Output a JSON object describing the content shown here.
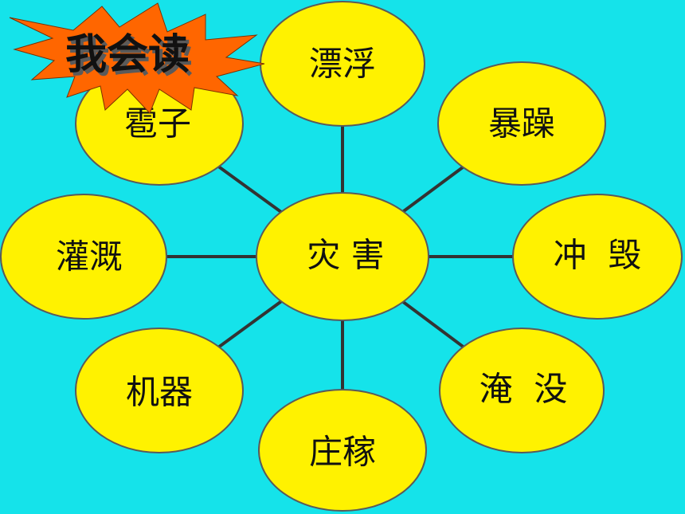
{
  "title": "我会读",
  "center": {
    "label": "灾 害"
  },
  "nodes": [
    {
      "label": "漂浮"
    },
    {
      "label": "暴躁"
    },
    {
      "label": "冲  毁"
    },
    {
      "label": "淹  没"
    },
    {
      "label": "庄稼"
    },
    {
      "label": "机器"
    },
    {
      "label": "灌溉"
    },
    {
      "label": "雹子"
    }
  ],
  "colors": {
    "background": "#15e3ea",
    "node_fill": "#fff200",
    "node_stroke": "#5a5a5a",
    "connector": "#333333",
    "burst_fill": "#ff6600",
    "title_text": "#111111"
  }
}
